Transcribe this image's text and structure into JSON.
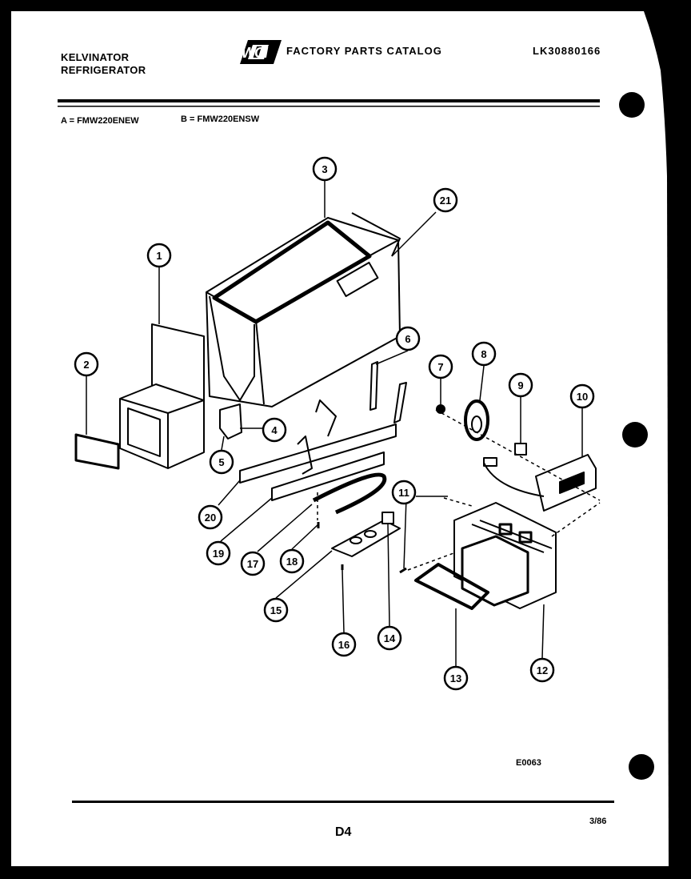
{
  "header": {
    "brand_line1": "KELVINATOR",
    "brand_line2": "REFRIGERATOR",
    "logo_text": "WCI",
    "catalog_title": "FACTORY PARTS CATALOG",
    "catalog_number": "LK30880166",
    "model_a": "A = FMW220ENEW",
    "model_b": "B = FMW220ENSW"
  },
  "diagram": {
    "callouts": [
      "1",
      "2",
      "3",
      "4",
      "5",
      "6",
      "7",
      "8",
      "9",
      "10",
      "11",
      "12",
      "13",
      "14",
      "15",
      "16",
      "17",
      "18",
      "19",
      "20",
      "21"
    ]
  },
  "footer": {
    "drawing_code": "E0063",
    "page_label": "D4",
    "date_code": "3/86"
  }
}
